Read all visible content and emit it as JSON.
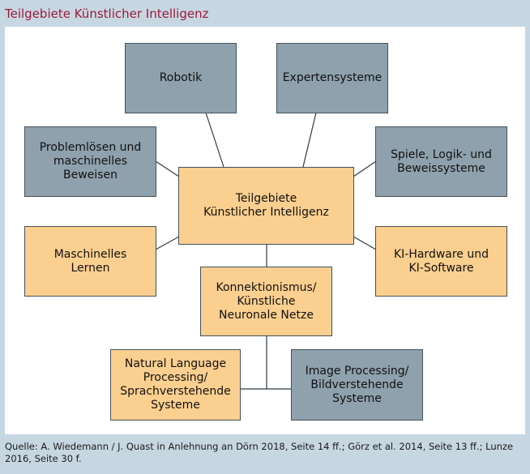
{
  "header": {
    "title": "Teilgebiete Künstlicher Intelligenz"
  },
  "colors": {
    "grey_box": "#8ea1ad",
    "orange_box": "#fbcf8f",
    "title": "#9b1b3a",
    "frame": "#c7d7e2"
  },
  "diagram": {
    "center": "Teilgebiete\nKünstlicher Intelligenz",
    "robotik": "Robotik",
    "expertensysteme": "Expertensysteme",
    "problemloesen": "Problemlösen und\nmaschinelles\nBeweisen",
    "spiele": "Spiele, Logik- und\nBeweissysteme",
    "maschinelles_lernen": "Maschinelles\nLernen",
    "ki_hardware": "KI-Hardware und\nKI-Software",
    "konnektionismus": "Konnektionismus/\nKünstliche\nNeuronale Netze",
    "nlp": "Natural Language\nProcessing/\nSprachverstehende\nSysteme",
    "image_processing": "Image Processing/\nBildverstehende\nSysteme"
  },
  "source": {
    "text": "Quelle: A. Wiedemann / J. Quast in Anlehnung an Dörn 2018, Seite 14 ff.; Görz et al. 2014, Seite 13 ff.; Lunze 2016, Seite 30 f."
  }
}
